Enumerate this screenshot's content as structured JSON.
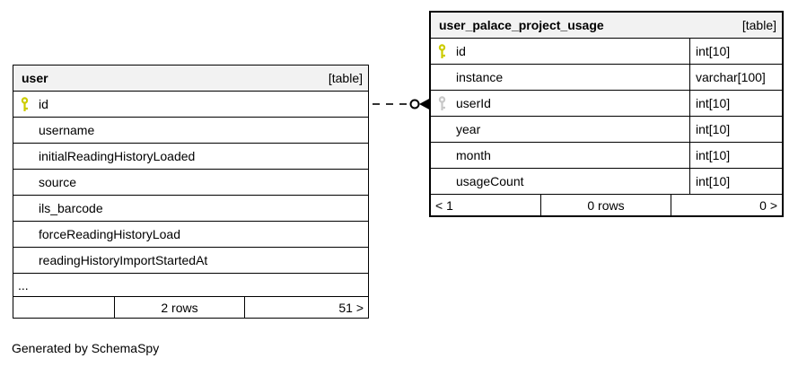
{
  "diagram": {
    "generator_caption": "Generated by SchemaSpy"
  },
  "colors": {
    "primary_key": "#cccc00",
    "foreign_key": "#c8c8c8",
    "header_bg": "#f2f2f2",
    "table_border": "#000000",
    "edge": "#333333"
  },
  "relationship": {
    "from_table": "user",
    "from_column": "id",
    "to_table": "user_palace_project_usage",
    "to_column": "userId",
    "style": "dashed"
  },
  "tables": {
    "user": {
      "title": "user",
      "badge": "[table]",
      "columns": [
        {
          "name": "id",
          "key": "primary"
        },
        {
          "name": "username"
        },
        {
          "name": "initialReadingHistoryLoaded"
        },
        {
          "name": "source"
        },
        {
          "name": "ils_barcode"
        },
        {
          "name": "forceReadingHistoryLoad"
        },
        {
          "name": "readingHistoryImportStartedAt"
        }
      ],
      "ellipsis": "...",
      "footer": {
        "left": "",
        "center": "2 rows",
        "right": "51 >"
      }
    },
    "usage": {
      "title": "user_palace_project_usage",
      "badge": "[table]",
      "columns": [
        {
          "name": "id",
          "type": "int[10]",
          "key": "primary"
        },
        {
          "name": "instance",
          "type": "varchar[100]"
        },
        {
          "name": "userId",
          "type": "int[10]",
          "key": "foreign"
        },
        {
          "name": "year",
          "type": "int[10]"
        },
        {
          "name": "month",
          "type": "int[10]"
        },
        {
          "name": "usageCount",
          "type": "int[10]"
        }
      ],
      "footer": {
        "left": "< 1",
        "center": "0 rows",
        "right": "0 >"
      }
    }
  }
}
